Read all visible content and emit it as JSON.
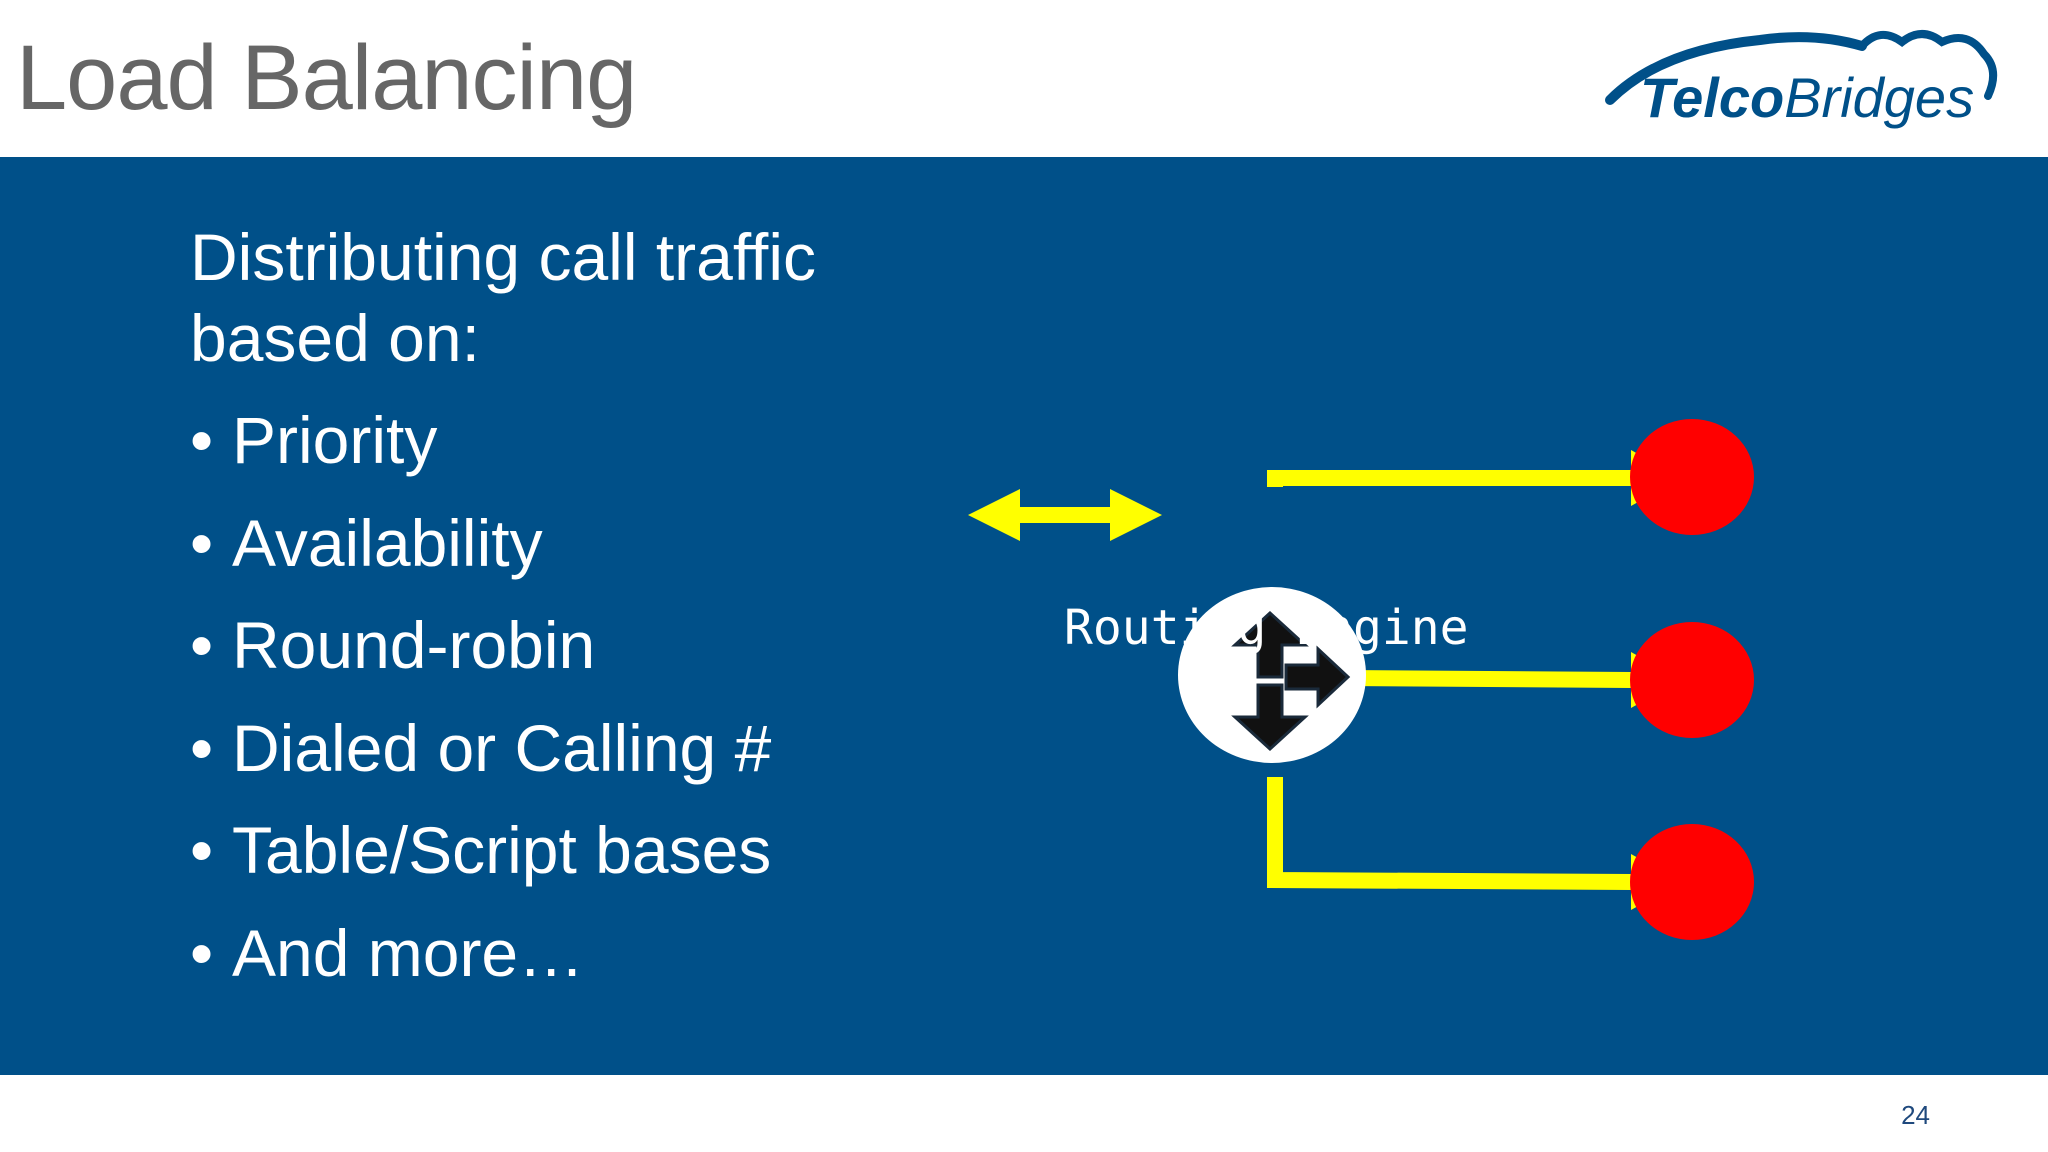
{
  "slide": {
    "title": "Load Balancing",
    "page_number": "24"
  },
  "logo": {
    "text": "TelcoBridges",
    "part1": "Telco",
    "part2": "Bridges"
  },
  "content": {
    "lead": "Distributing call traffic based on:",
    "bullet_char": "•",
    "bullets": [
      "Priority",
      "Availability",
      "Round-robin",
      "Dialed or Calling #",
      "Table/Script bases",
      "And more…"
    ]
  },
  "diagram": {
    "label": "Routing Engine",
    "colors": {
      "arrow": "#ffff00",
      "destination": "#ff0000",
      "engine_fill": "#ffffff",
      "engine_icon": "#000000",
      "panel": "#005089"
    },
    "destinations": 3
  }
}
